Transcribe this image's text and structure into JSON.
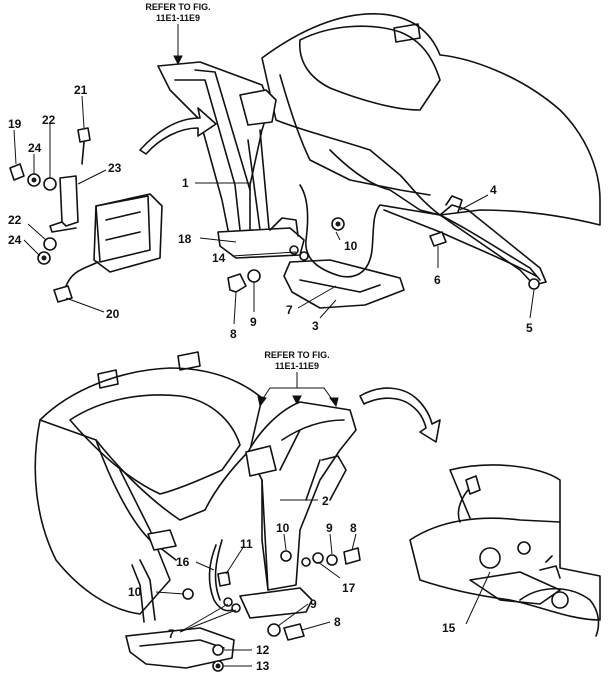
{
  "references": {
    "top": [
      "REFER TO FIG.",
      "11E1-11E9"
    ],
    "bottom": [
      "REFER TO FIG.",
      "11E1-11E9"
    ]
  },
  "callouts": [
    {
      "id": "c19",
      "text": "19"
    },
    {
      "id": "c21",
      "text": "21"
    },
    {
      "id": "c22a",
      "text": "22"
    },
    {
      "id": "c24a",
      "text": "24"
    },
    {
      "id": "c23",
      "text": "23"
    },
    {
      "id": "c22b",
      "text": "22"
    },
    {
      "id": "c24b",
      "text": "24"
    },
    {
      "id": "c20",
      "text": "20"
    },
    {
      "id": "c1",
      "text": "1"
    },
    {
      "id": "c18",
      "text": "18"
    },
    {
      "id": "c14",
      "text": "14"
    },
    {
      "id": "c10a",
      "text": "10"
    },
    {
      "id": "c4",
      "text": "4"
    },
    {
      "id": "c6",
      "text": "6"
    },
    {
      "id": "c8a",
      "text": "8"
    },
    {
      "id": "c9a",
      "text": "9"
    },
    {
      "id": "c7a",
      "text": "7"
    },
    {
      "id": "c3",
      "text": "3"
    },
    {
      "id": "c5",
      "text": "5"
    },
    {
      "id": "c2",
      "text": "2"
    },
    {
      "id": "c10b",
      "text": "10"
    },
    {
      "id": "c9b",
      "text": "9"
    },
    {
      "id": "c8b",
      "text": "8"
    },
    {
      "id": "c11",
      "text": "11"
    },
    {
      "id": "c16",
      "text": "16"
    },
    {
      "id": "c10c",
      "text": "10"
    },
    {
      "id": "c17",
      "text": "17"
    },
    {
      "id": "c9c",
      "text": "9"
    },
    {
      "id": "c8c",
      "text": "8"
    },
    {
      "id": "c7b",
      "text": "7"
    },
    {
      "id": "c12",
      "text": "12"
    },
    {
      "id": "c13",
      "text": "13"
    },
    {
      "id": "c15",
      "text": "15"
    }
  ]
}
